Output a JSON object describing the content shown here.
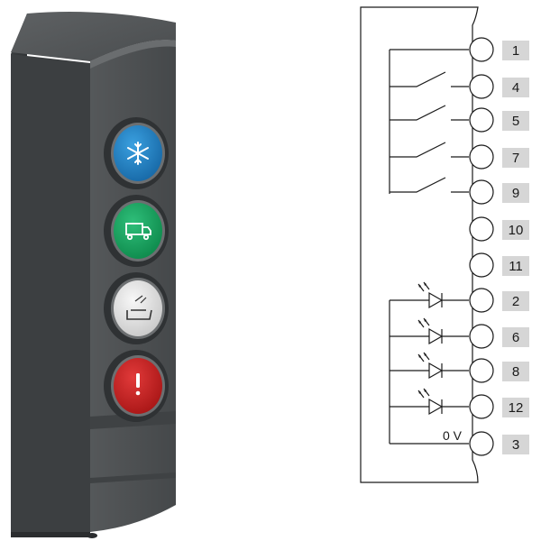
{
  "device": {
    "buttons": [
      {
        "name": "blue",
        "color": "#1f7fc4",
        "icon": "snowflake-icon"
      },
      {
        "name": "green",
        "color": "#16a05f",
        "icon": "truck-icon"
      },
      {
        "name": "white",
        "color": "#e6e6e6",
        "icon": "tipper-icon"
      },
      {
        "name": "red",
        "color": "#cc2020",
        "icon": "exclamation-icon"
      }
    ]
  },
  "wiring": {
    "switch_terminals": [
      "1",
      "4",
      "5",
      "7",
      "9"
    ],
    "spare_terminals": [
      "10",
      "11"
    ],
    "led_terminals": [
      "2",
      "6",
      "8",
      "12"
    ],
    "ground_terminal": "3",
    "ground_label": "0 V"
  },
  "colors": {
    "housing": "#4a4d4f",
    "housing_dark": "#383b3d",
    "label_box": "#d6d6d6"
  }
}
